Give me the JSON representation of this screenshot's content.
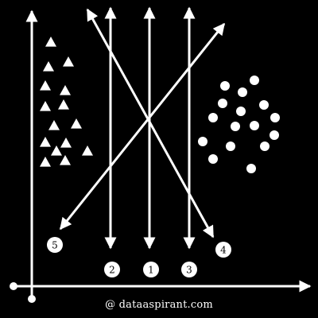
{
  "figure": {
    "background_color": "#000000",
    "foreground_color": "#ffffff",
    "class_a_shape": "triangle",
    "class_b_shape": "circle",
    "class_a_marker_count": 15,
    "class_b_marker_count": 16,
    "candidate_line_labels": [
      "1",
      "2",
      "3",
      "4",
      "5"
    ],
    "credit": "@ dataaspirant.com"
  }
}
